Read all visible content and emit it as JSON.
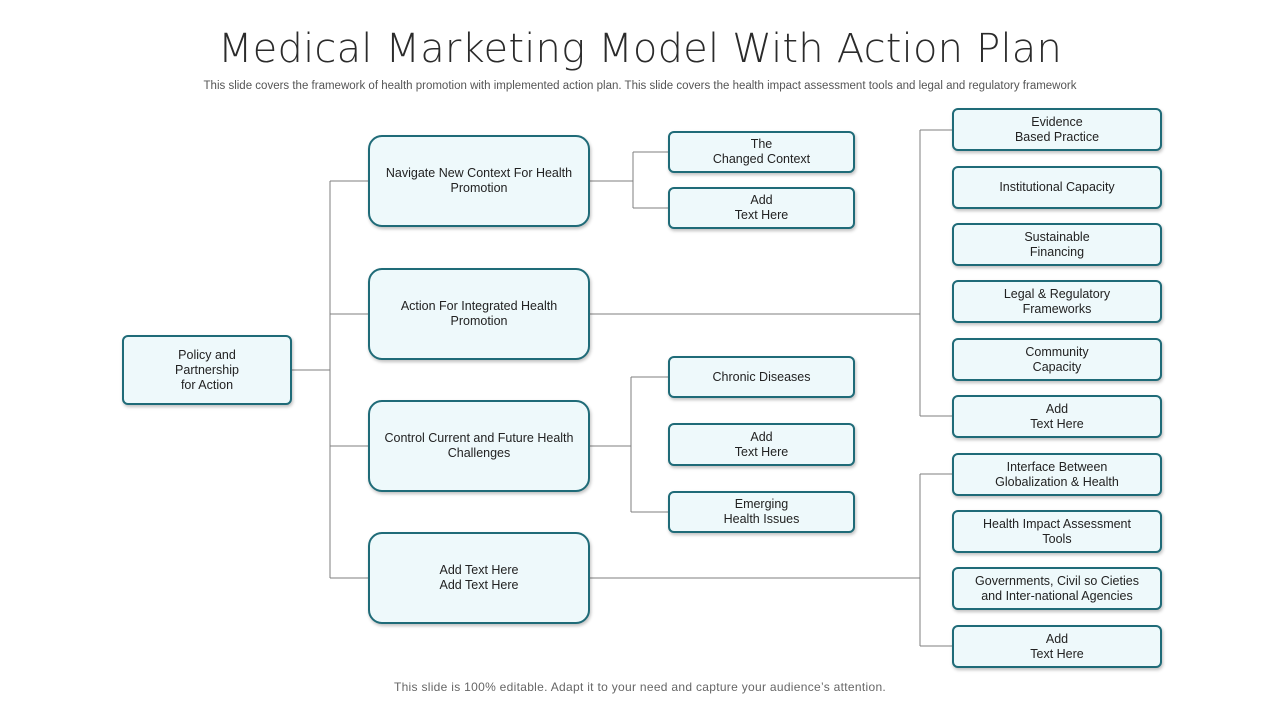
{
  "title": "Medical Marketing Model With Action Plan",
  "subtitle": "This slide covers the framework of health promotion with implemented action plan. This slide covers the health impact assessment tools and legal and regulatory framework",
  "footer": "This slide is 100% editable. Adapt it to your need and capture your audience’s attention.",
  "colors": {
    "node_border": "#1f6b78",
    "node_fill": "#eef9fb",
    "connector": "#7f7f7f"
  },
  "root": {
    "label": "Policy and\nPartnership\nfor Action"
  },
  "branches": [
    {
      "label": "Navigate New Context For Health\nPromotion"
    },
    {
      "label": "Action For Integrated Health\nPromotion"
    },
    {
      "label": "Control Current and Future Health\nChallenges"
    },
    {
      "label": "Add Text Here\nAdd Text Here"
    }
  ],
  "branch1_children": [
    {
      "label": "The\nChanged Context"
    },
    {
      "label": "Add\nText Here"
    }
  ],
  "branch3_children": [
    {
      "label": "Chronic Diseases"
    },
    {
      "label": "Add\nText Here"
    },
    {
      "label": "Emerging\nHealth Issues"
    }
  ],
  "branch2_children": [
    {
      "label": "Evidence\nBased Practice"
    },
    {
      "label": "Institutional Capacity"
    },
    {
      "label": "Sustainable\nFinancing"
    },
    {
      "label": "Legal & Regulatory\nFrameworks"
    },
    {
      "label": "Community\nCapacity"
    },
    {
      "label": "Add\nText Here"
    }
  ],
  "branch4_children": [
    {
      "label": "Interface Between\nGlobalization & Health"
    },
    {
      "label": "Health Impact Assessment\nTools"
    },
    {
      "label": "Governments, Civil so Cieties\nand Inter-national Agencies"
    },
    {
      "label": "Add\nText Here"
    }
  ]
}
